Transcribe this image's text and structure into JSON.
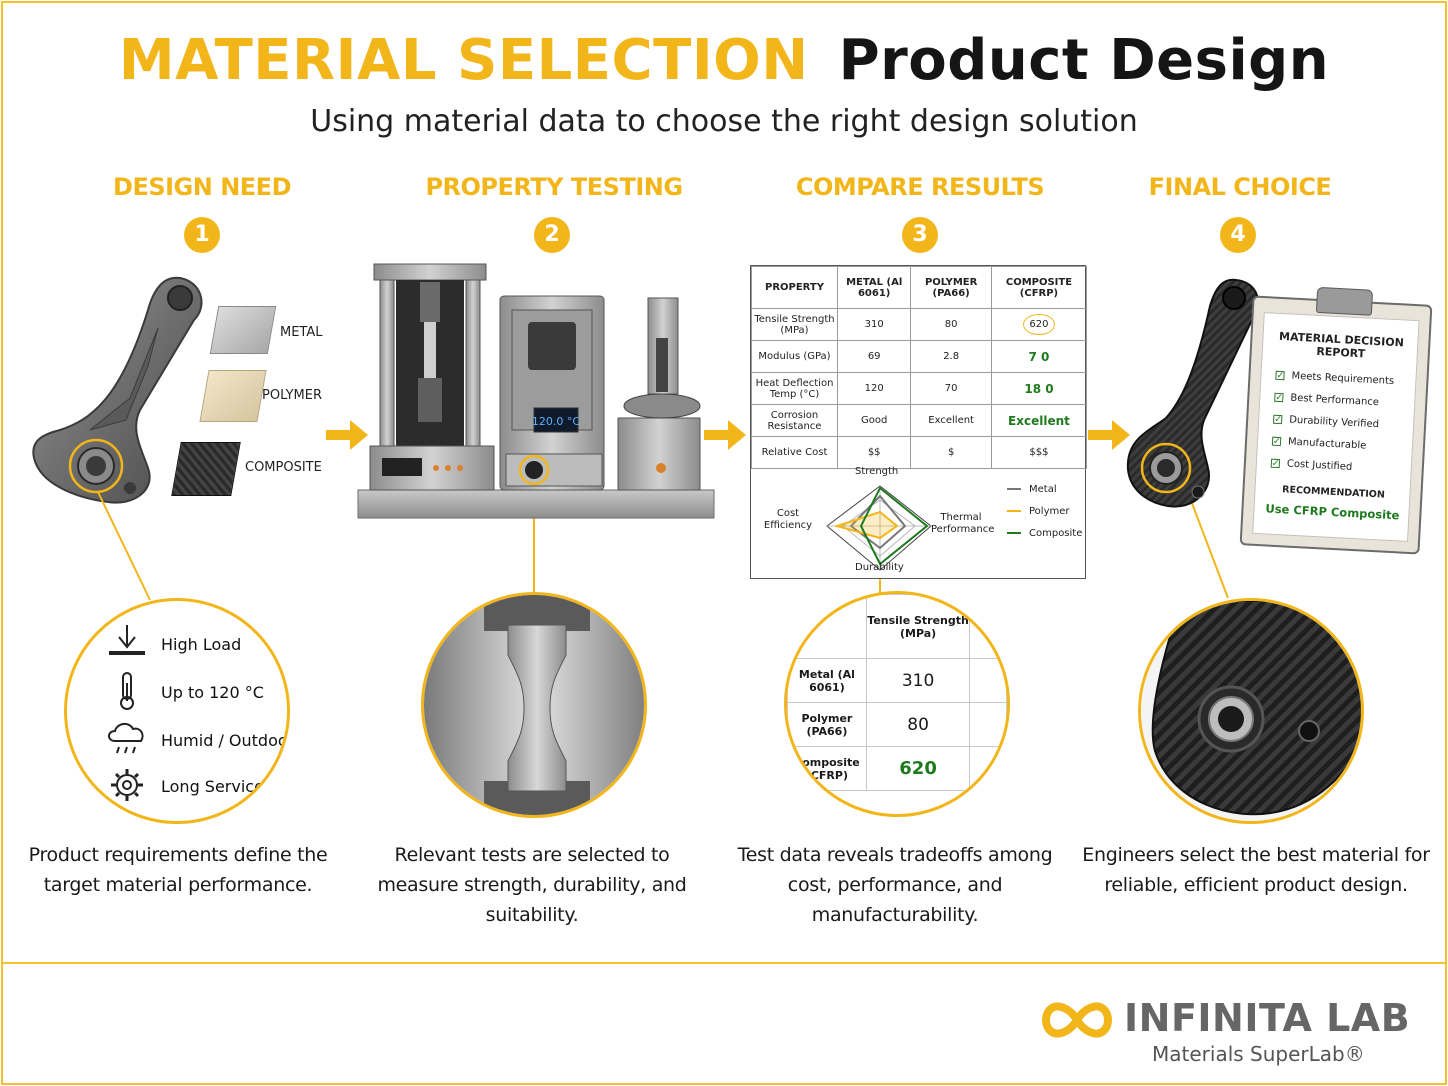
{
  "header": {
    "title_highlight": "MATERIAL SELECTION",
    "title_main": "Product Design",
    "subtitle": "Using material data to choose the right design solution"
  },
  "steps": [
    {
      "number": "1",
      "title": "DESIGN NEED",
      "caption": "Product requirements define the target material performance."
    },
    {
      "number": "2",
      "title": "PROPERTY TESTING",
      "caption": "Relevant tests are selected to measure strength, durability, and suitability."
    },
    {
      "number": "3",
      "title": "COMPARE RESULTS",
      "caption": "Test data reveals tradeoffs among cost, performance, and manufacturability."
    },
    {
      "number": "4",
      "title": "FINAL CHOICE",
      "caption": "Engineers select the best material for reliable, efficient product design."
    }
  ],
  "materials": [
    "METAL",
    "POLYMER",
    "COMPOSITE"
  ],
  "requirements": [
    {
      "icon": "load-arrow-icon",
      "label": "High Load"
    },
    {
      "icon": "thermometer-icon",
      "label": "Up to 120 °C"
    },
    {
      "icon": "rain-cloud-icon",
      "label": "Humid / Outdoor"
    },
    {
      "icon": "gear-icon",
      "label": "Long Service Life"
    }
  ],
  "instrument": {
    "display": "120.0 °C"
  },
  "comparison": {
    "headers": [
      "PROPERTY",
      "METAL (Al 6061)",
      "POLYMER (PA66)",
      "COMPOSITE (CFRP)"
    ],
    "rows": [
      {
        "property": "Tensile Strength (MPa)",
        "metal": "310",
        "polymer": "80",
        "composite": "620"
      },
      {
        "property": "Modulus (GPa)",
        "metal": "69",
        "polymer": "2.8",
        "composite": "7 0"
      },
      {
        "property": "Heat Deflection Temp (°C)",
        "metal": "120",
        "polymer": "70",
        "composite": "18 0"
      },
      {
        "property": "Corrosion Resistance",
        "metal": "Good",
        "polymer": "Excellent",
        "composite": "Excellent"
      },
      {
        "property": "Relative Cost",
        "metal": "$$",
        "polymer": "$",
        "composite": "$$$"
      }
    ],
    "radar": {
      "axes": [
        "Strength",
        "Thermal Performance",
        "Durability",
        "Cost Efficiency"
      ],
      "legend": [
        {
          "name": "Metal",
          "color": "#777777"
        },
        {
          "name": "Polymer",
          "color": "#f2b61b"
        },
        {
          "name": "Composite",
          "color": "#1f7a1f"
        }
      ]
    },
    "zoom": {
      "header": "Tensile Strength (MPa)",
      "rows": [
        {
          "label": "Metal (Al 6061)",
          "value": "310"
        },
        {
          "label": "Polymer (PA66)",
          "value": "80"
        },
        {
          "label": "Composite (CFRP)",
          "value": "620"
        }
      ]
    }
  },
  "report": {
    "title": "MATERIAL DECISION REPORT",
    "checks": [
      "Meets Requirements",
      "Best Performance",
      "Durability Verified",
      "Manufacturable",
      "Cost Justified"
    ],
    "recommendation_label": "RECOMMENDATION",
    "recommendation": "Use CFRP Composite"
  },
  "brand": {
    "name": "INFINITA LAB",
    "tagline": "Materials SuperLab®"
  },
  "colors": {
    "accent": "#f2b61b",
    "green": "#1f7a1f",
    "text": "#1a1a1a"
  }
}
